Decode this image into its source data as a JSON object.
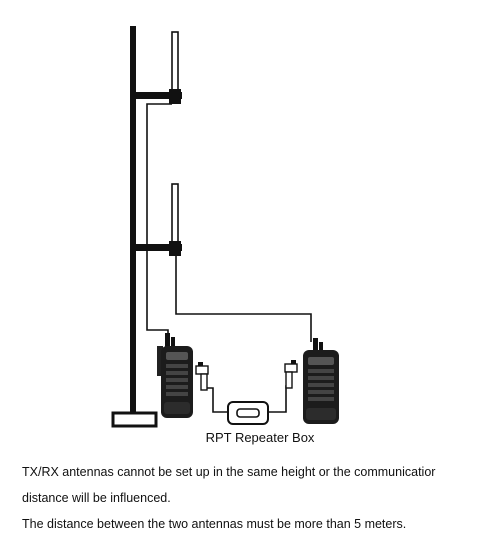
{
  "diagram": {
    "repeater_label": "RPT Repeater Box"
  },
  "notes": {
    "line1": "TX/RX antennas cannot be set up in the same height or the communicatior",
    "line2": "distance will be influenced.",
    "line3": "The distance between the two antennas must be more than 5 meters."
  }
}
